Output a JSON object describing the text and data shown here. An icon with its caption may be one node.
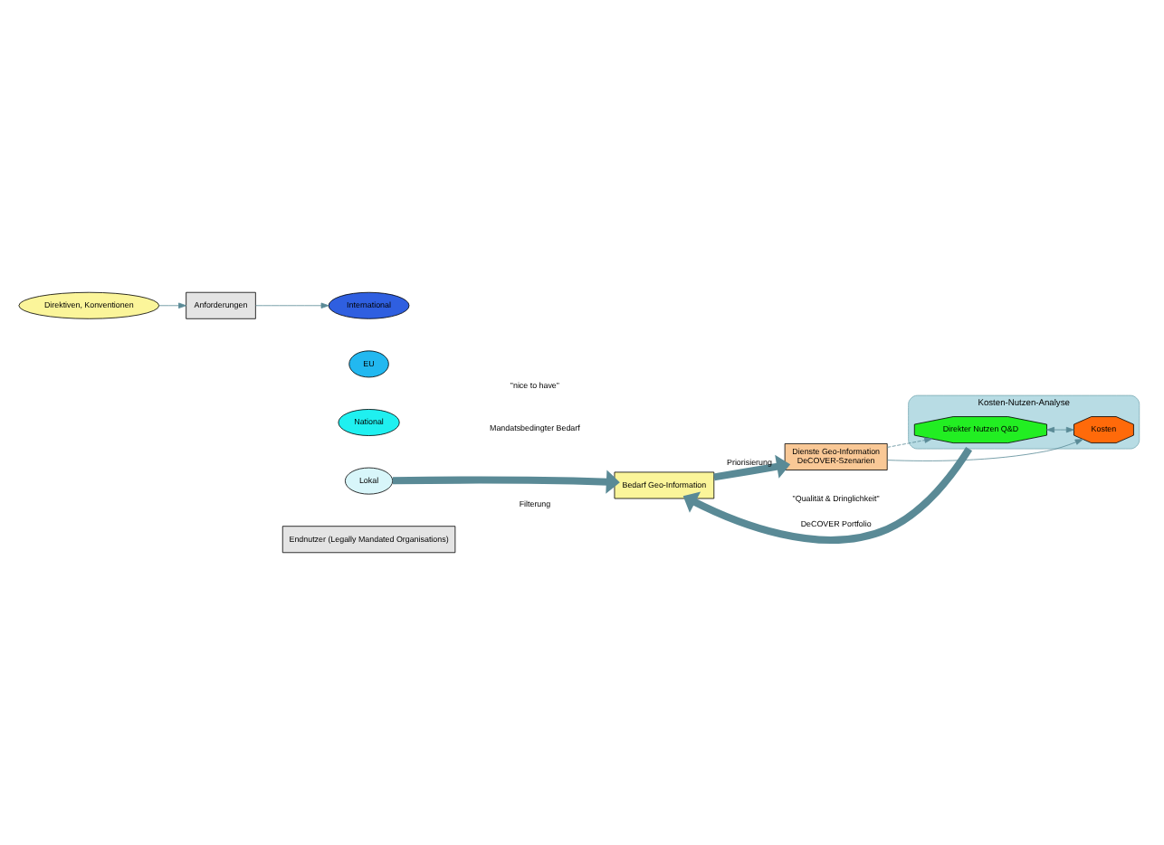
{
  "diagram": {
    "nodes": [
      {
        "text": [
          "Direktiven, Konventionen"
        ]
      },
      {
        "text": [
          "Anforderungen"
        ]
      },
      {
        "text": [
          "International"
        ]
      },
      {
        "text": [
          "EU"
        ]
      },
      {
        "text": [
          "National"
        ]
      },
      {
        "text": [
          "Lokal"
        ]
      },
      {
        "text": [
          "Endnutzer (Legally Mandated Organisations)"
        ]
      },
      {
        "text": [
          "Bedarf Geo-Information"
        ]
      },
      {
        "text": [
          "Dienste Geo-Information",
          "DeCOVER-Szenarien"
        ]
      },
      {
        "text": [
          "Kosten-Nutzen-Analyse"
        ]
      },
      {
        "text": [
          "Direkter Nutzen Q&D"
        ],
        "in": 9
      },
      {
        "text": [
          "Kosten"
        ],
        "in": 9
      }
    ],
    "edges": [
      {
        "from": 0,
        "to": 1,
        "arrow": "to"
      },
      {
        "from": 1,
        "to": 2,
        "arrow": "to"
      },
      {
        "from": 5,
        "to": 7,
        "arrow": "to",
        "style": "thick"
      },
      {
        "from": 7,
        "to": 8,
        "arrow": "to",
        "label": "Priorisierung",
        "style": "thick"
      },
      {
        "from": 8,
        "to": 10,
        "arrow": "to",
        "style": "dashed"
      },
      {
        "from": 8,
        "to": 11,
        "arrow": "to"
      },
      {
        "from": 10,
        "to": 11,
        "arrow": "both"
      },
      {
        "from": 9,
        "to": 7,
        "arrow": "to",
        "label": "DeCOVER Portfolio",
        "style": "thick"
      }
    ],
    "labels": [
      "Filterung",
      "Mandatsbedingter Bedarf",
      "\"nice to have\"",
      "\"Qualität & Dringlichkeit\""
    ]
  }
}
